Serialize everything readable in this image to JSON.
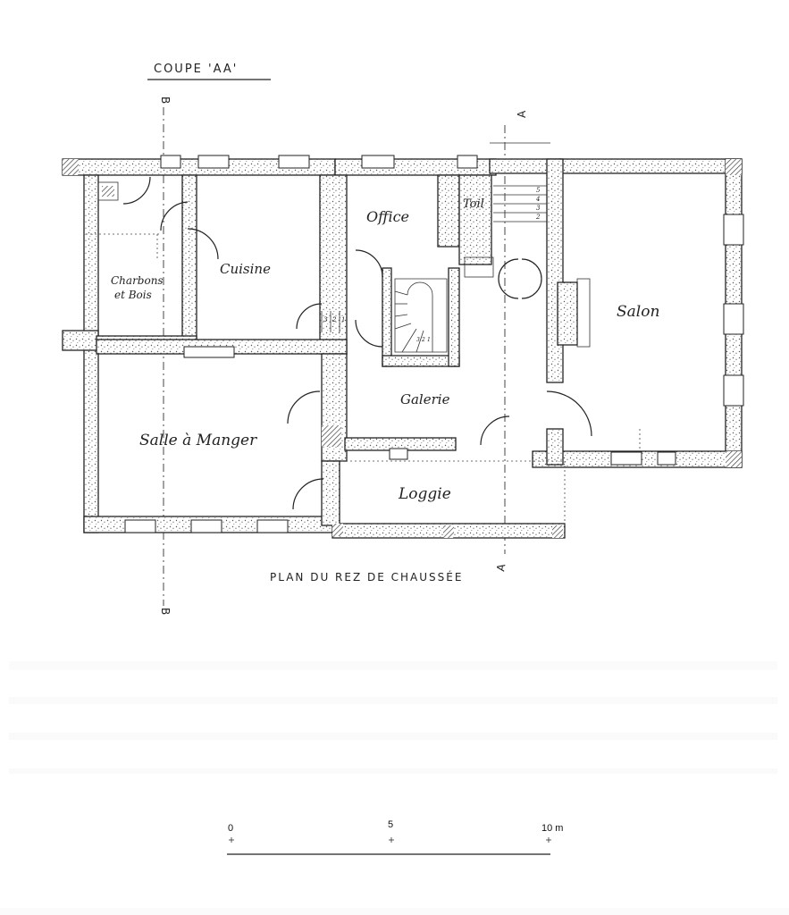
{
  "drawing": {
    "section_title": "COUPE 'AA'",
    "plan_title": "PLAN DU REZ DE CHAUSSÉE",
    "section_marks": {
      "a_top": "A",
      "a_bottom": "A",
      "b_top": "B",
      "b_bottom": "B"
    },
    "rooms": {
      "charbons_line1": "Charbons",
      "charbons_line2": "et Bois",
      "cuisine": "Cuisine",
      "office": "Office",
      "toil": "Toil",
      "salon": "Salon",
      "galerie": "Galerie",
      "salle_a_manger": "Salle à Manger",
      "loggie": "Loggie"
    },
    "stair_numbers": {
      "main": [
        "5",
        "4",
        "3",
        "2"
      ],
      "small": [
        "3",
        "2",
        "1"
      ],
      "spiral": [
        "1",
        "2",
        "3"
      ]
    }
  },
  "scale_bar": {
    "labels": [
      "0",
      "5",
      "10 m"
    ]
  }
}
